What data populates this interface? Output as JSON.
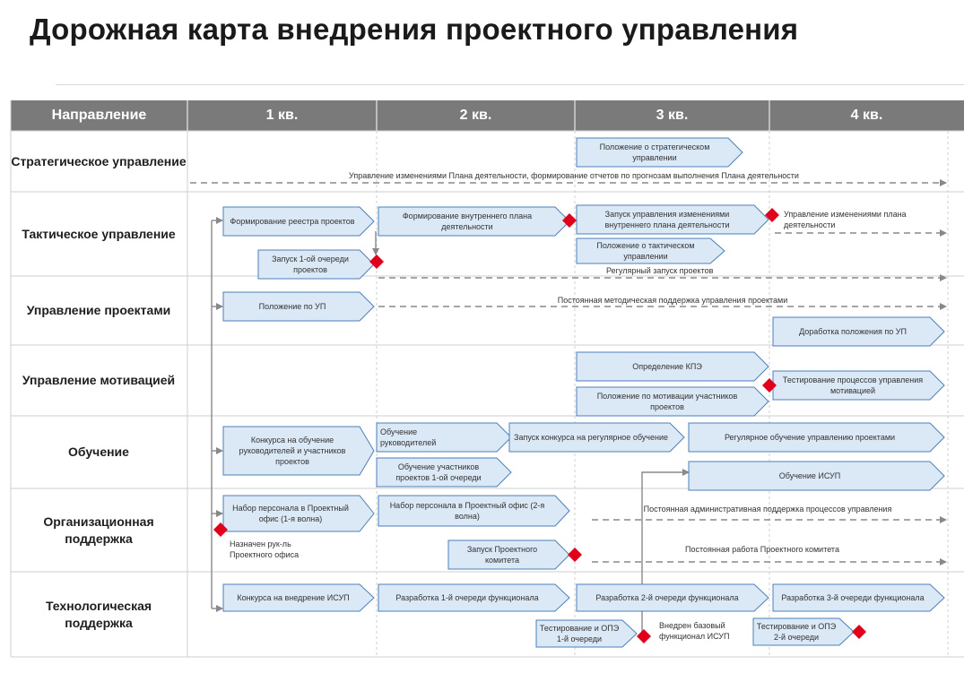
{
  "title": "Дорожная карта внедрения проектного управления",
  "header": {
    "direction": "Направление",
    "quarters": [
      "1 кв.",
      "2 кв.",
      "3 кв.",
      "4 кв."
    ]
  },
  "rows": [
    "Стратегическое управление",
    "Тактическое управление",
    "Управление проектами",
    "Управление мотивацией",
    "Обучение",
    "Организационная поддержка",
    "Технологическая поддержка"
  ],
  "boxes": {
    "strat_pos": "Положение о стратегическом управлении",
    "tact_reestr": "Формирование реестра проектов",
    "tact_vnutr": "Формирование внутреннего плана деятельности",
    "tact_zapusk_upr": "Запуск управления изменениями внутреннего плана деятельности",
    "tact_zapusk1": "Запуск 1-ой очереди проектов",
    "tact_pos": "Положение о тактическом управлении",
    "up_pos": "Положение по УП",
    "up_dorab": "Доработка положения по УП",
    "mot_kpe": "Определение КПЭ",
    "mot_pos": "Положение по мотивации участников проектов",
    "mot_test": "Тестирование процессов управления мотивацией",
    "ob_konkurs": "Конкурса на обучение руководителей и участников проектов",
    "ob_ruk": "Обучение руководителей",
    "ob_uch": "Обучение участников проектов 1-ой очереди",
    "ob_zapusk": "Запуск конкурса на регулярное обучение",
    "ob_regul": "Регулярное обучение управлению проектами",
    "ob_isup": "Обучение ИСУП",
    "org_nabor1": "Набор персонала в Проектный офис (1-я волна)",
    "org_nabor2": "Набор персонала в Проектный офис (2-я волна)",
    "org_komitet": "Запуск Проектного комитета",
    "tech_konkurs": "Конкурса на внедрение ИСУП",
    "tech_razr1": "Разработка 1-й очереди функционала",
    "tech_razr2": "Разработка 2-й очереди функционала",
    "tech_razr3": "Разработка 3-й очереди функционала",
    "tech_test1": "Тестирование и ОПЭ 1-й очереди",
    "tech_test2": "Тестирование и ОПЭ 2-й очереди"
  },
  "notes": {
    "strat_line": "Управление изменениями Плана деятельности, формирование отчетов по прогнозам выполнения Плана деятельности",
    "tact_upr": "Управление изменениями плана деятельности",
    "tact_regul": "Регулярный запуск проектов",
    "up_line": "Постоянная методическая поддержка управления проектами",
    "org_admin": "Постоянная административная поддержка процессов управления",
    "org_komitet_work": "Постоянная работа Проектного комитета",
    "org_naznach": "Назначен рук-ль Проектного офиса",
    "tech_vnedren": "Внедрен базовый функционал ИСУП"
  },
  "colors": {
    "header_bg": "#7a7a7a",
    "box_fill": "#dbe8f6",
    "box_stroke": "#4d7fb8",
    "milestone": "#e0001b",
    "arrow": "#888888"
  }
}
